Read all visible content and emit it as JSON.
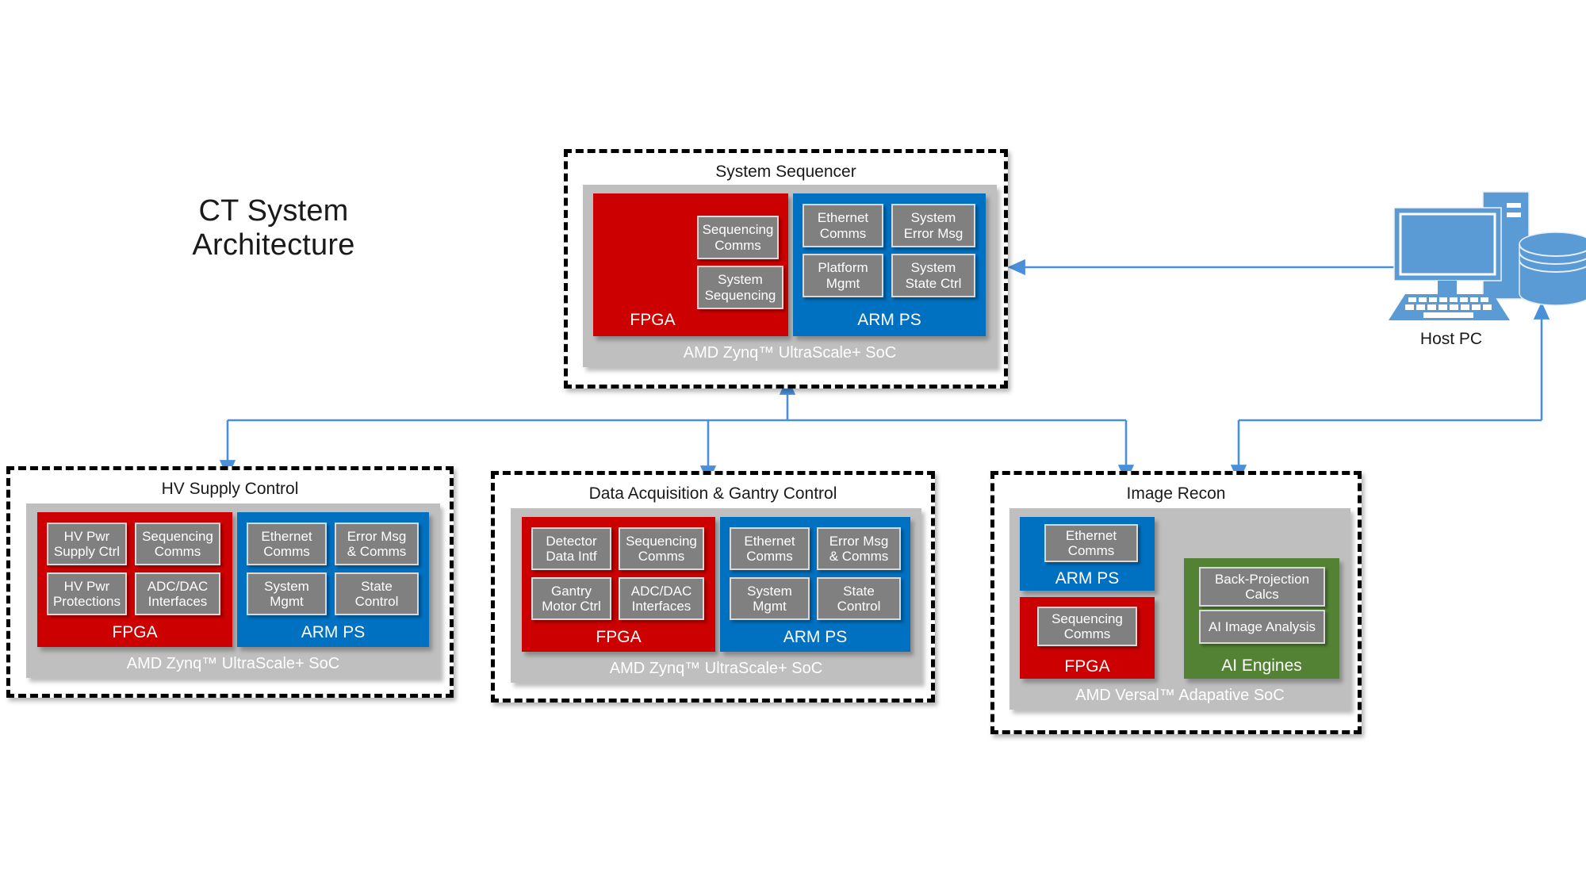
{
  "diagram": {
    "title": "CT System\nArchitecture",
    "accent_blue": "#4a90d9",
    "fpga_color": "#CC0000",
    "arm_color": "#0070C0",
    "ai_color": "#548235",
    "soc_color": "#bfbfbf",
    "tile_color": "#808080"
  },
  "system_sequencer": {
    "frame_title": "System Sequencer",
    "soc_label": "AMD Zynq™ UltraScale+ SoC",
    "fpga": {
      "label": "FPGA",
      "tiles": [
        "Sequencing\nComms",
        "System\nSequencing"
      ]
    },
    "arm": {
      "label": "ARM PS",
      "tiles": [
        "Ethernet\nComms",
        "System\nError Msg",
        "Platform\nMgmt",
        "System\nState Ctrl"
      ]
    }
  },
  "hv_supply": {
    "frame_title": "HV Supply Control",
    "soc_label": "AMD Zynq™ UltraScale+ SoC",
    "fpga": {
      "label": "FPGA",
      "tiles": [
        "HV Pwr\nSupply Ctrl",
        "Sequencing\nComms",
        "HV Pwr\nProtections",
        "ADC/DAC\nInterfaces"
      ]
    },
    "arm": {
      "label": "ARM PS",
      "tiles": [
        "Ethernet\nComms",
        "Error Msg\n& Comms",
        "System\nMgmt",
        "State\nControl"
      ]
    }
  },
  "daq_gantry": {
    "frame_title": "Data Acquisition & Gantry Control",
    "soc_label": "AMD Zynq™ UltraScale+ SoC",
    "fpga": {
      "label": "FPGA",
      "tiles": [
        "Detector\nData Intf",
        "Sequencing\nComms",
        "Gantry\nMotor Ctrl",
        "ADC/DAC\nInterfaces"
      ]
    },
    "arm": {
      "label": "ARM PS",
      "tiles": [
        "Ethernet\nComms",
        "Error Msg\n& Comms",
        "System\nMgmt",
        "State\nControl"
      ]
    }
  },
  "image_recon": {
    "frame_title": "Image Recon",
    "soc_label": "AMD Versal™ Adapative SoC",
    "arm": {
      "label": "ARM PS",
      "tiles": [
        "Ethernet\nComms"
      ]
    },
    "fpga": {
      "label": "FPGA",
      "tiles": [
        "Sequencing\nComms"
      ]
    },
    "ai": {
      "label": "AI Engines",
      "tiles": [
        "Back-Projection\nCalcs",
        "AI Image Analysis"
      ]
    }
  },
  "host_pc": {
    "label": "Host PC",
    "icons": [
      "monitor-icon",
      "keyboard-icon",
      "tower-icon",
      "database-icon"
    ]
  }
}
